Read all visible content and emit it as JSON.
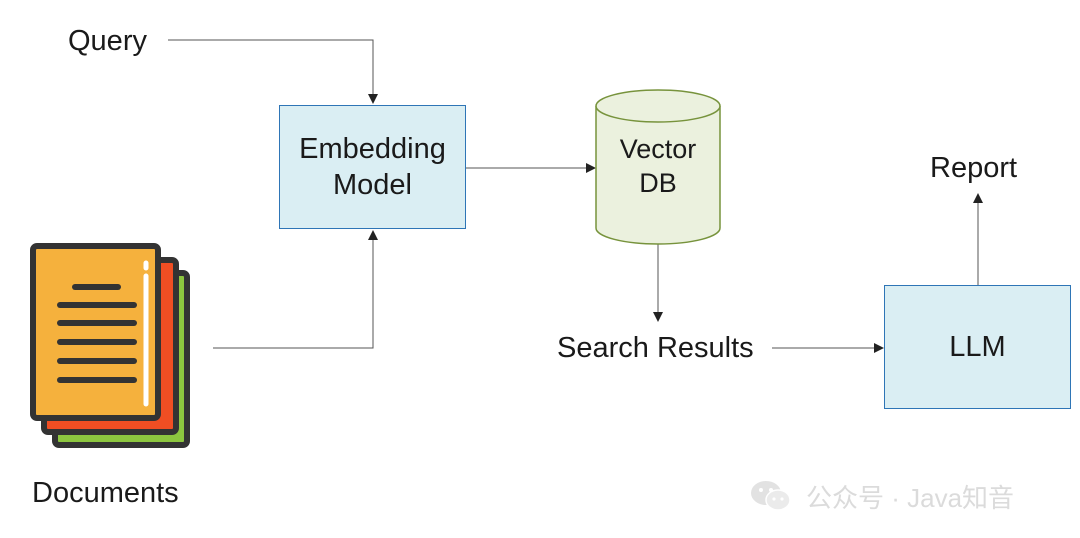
{
  "nodes": {
    "query": "Query",
    "embedding_model_line1": "Embedding",
    "embedding_model_line2": "Model",
    "vector_db_line1": "Vector",
    "vector_db_line2": "DB",
    "report": "Report",
    "search_results": "Search Results",
    "llm": "LLM",
    "documents": "Documents"
  },
  "watermark": {
    "account": "公众号 · Java知音"
  },
  "colors": {
    "box_fill": "#daeef3",
    "box_stroke": "#2e75b6",
    "db_fill": "#ebf1de",
    "db_stroke": "#77933c",
    "arrow": "#555555",
    "doc_front": "#f5b13d",
    "doc_middle": "#f04e23",
    "doc_back": "#8cc63f",
    "doc_outline": "#333333"
  },
  "icons": {
    "documents": "documents-stack-icon",
    "vector_db": "database-cylinder-icon",
    "watermark": "wechat-icon"
  }
}
